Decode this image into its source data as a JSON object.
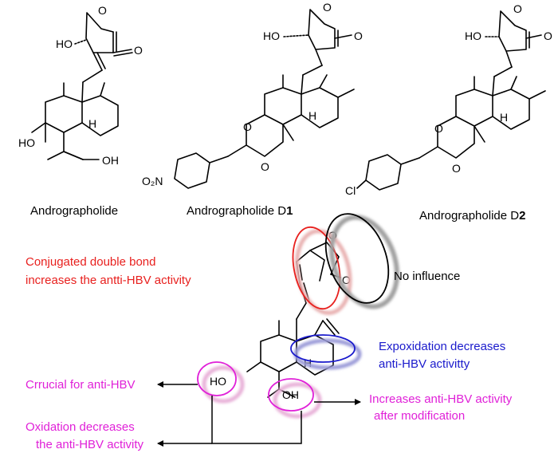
{
  "colors": {
    "red": "#e8201e",
    "blue": "#1a1acc",
    "magenta": "#e020d8",
    "black": "#000000",
    "shadow_pink": "#e8b0d8",
    "shadow_blue": "#9a9ad8",
    "shadow_gray": "#a0a0a0"
  },
  "molecules": [
    {
      "caption": "Andrographolide",
      "atoms": {
        "ho_lactone": "HO",
        "o_ring": "O",
        "o_carbonyl": "O",
        "h": "H",
        "ho_c3": "HO",
        "oh_c19": "OH"
      }
    },
    {
      "caption_main": "Andrographolide D",
      "caption_num": "1",
      "atoms": {
        "ho_lactone": "HO",
        "o_ring": "O",
        "o_carbonyl": "O",
        "h": "H",
        "o_acetal_1": "O",
        "o_acetal_2": "O",
        "o2n": "O₂N"
      }
    },
    {
      "caption_main": "Andrographolide D",
      "caption_num": "2",
      "atoms": {
        "ho_lactone": "HO",
        "o_ring": "O",
        "o_carbonyl": "O",
        "h": "H",
        "o_acetal_1": "O",
        "o_acetal_2": "O",
        "cl": "Cl"
      }
    }
  ],
  "sar": {
    "atoms": {
      "o_ring": "O",
      "o_carbonyl": "O",
      "h": "H",
      "ho": "HO",
      "oh": "OH"
    },
    "annotations": {
      "conjugated_line1": "Conjugated double bond",
      "conjugated_line2": "increases the antti-HBV activity",
      "no_influence": "No influence",
      "epoxidation_line1": "Expoxidation decreases",
      "epoxidation_line2": "anti-HBV activitty",
      "crucial": "Crrucial for anti-HBV",
      "increases_line1": "Increases anti-HBV activity",
      "increases_line2": "after modification",
      "oxidation_line1": "Oxidation decreases",
      "oxidation_line2": "the anti-HBV activity"
    }
  }
}
